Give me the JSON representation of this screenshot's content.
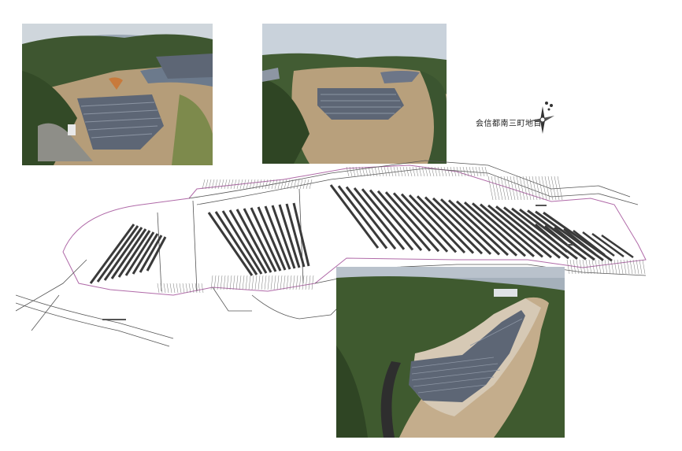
{
  "location_label": "会信都南三町地目",
  "icons": {
    "north_arrow": "north-arrow-icon"
  },
  "colors": {
    "sky": "#c9d2db",
    "forest": "#3f5a2f",
    "panel": "#5d6675",
    "ground": "#c2a886",
    "plan_line": "#555555",
    "boundary": "#b06aa8"
  },
  "photos": {
    "top_left": "aerial-photo-solar-plant-1",
    "top_right": "aerial-photo-solar-plant-2",
    "bottom": "aerial-photo-solar-plant-3"
  }
}
